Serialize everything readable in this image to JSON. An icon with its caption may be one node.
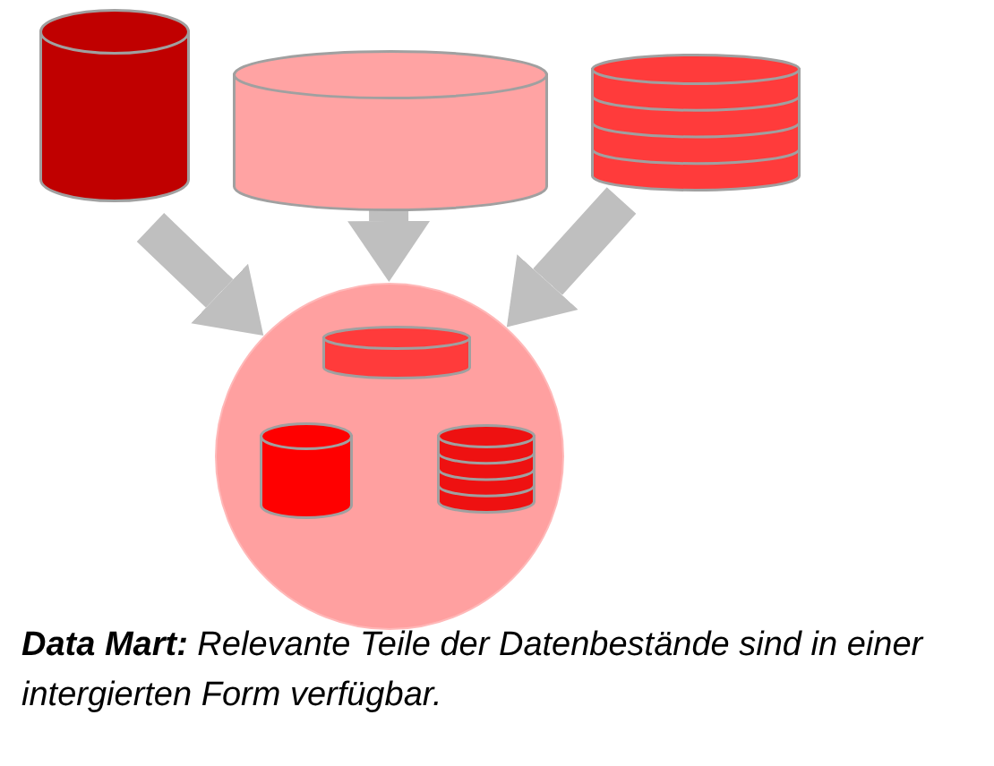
{
  "diagram": {
    "caption": "**Data Mart:** Relevante Teile der Datenbestände sind in einer intergierten Form verfügbar.",
    "nodes": [
      {
        "text": [],
        "shape": "cylinder"
      },
      {
        "text": [],
        "shape": "cylinder"
      },
      {
        "text": [],
        "shape": "cylinder"
      },
      {
        "text": [],
        "shape": "circle"
      },
      {
        "text": [],
        "shape": "cylinder",
        "in": 3
      },
      {
        "text": [],
        "shape": "cylinder",
        "in": 3
      },
      {
        "text": [],
        "shape": "cylinder",
        "in": 3
      }
    ],
    "edges": [
      {
        "from": 0,
        "to": 3,
        "arrow": "to"
      },
      {
        "from": 1,
        "to": 3,
        "arrow": "to"
      },
      {
        "from": 2,
        "to": 3,
        "arrow": "to"
      }
    ]
  }
}
